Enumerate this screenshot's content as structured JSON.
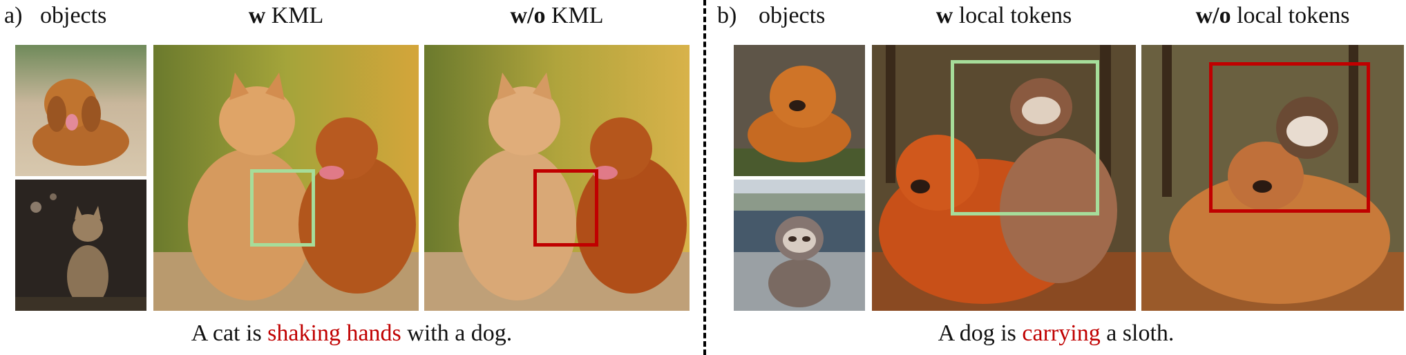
{
  "panel_a": {
    "letter": "a)",
    "objects_label": "objects",
    "col1_bold": "w",
    "col1_rest": " KML",
    "col2_bold": "w/o",
    "col2_rest": " KML",
    "caption_pre": "A cat is ",
    "caption_highlight": "shaking hands",
    "caption_post": " with a dog."
  },
  "panel_b": {
    "letter": "b)",
    "objects_label": "objects",
    "col1_bold": "w",
    "col1_rest": " local tokens",
    "col2_bold": "w/o",
    "col2_rest": " local tokens",
    "caption_pre": "A dog is ",
    "caption_highlight": "carrying",
    "caption_post": " a sloth."
  },
  "colors": {
    "highlight": "#c00000",
    "good_box": "#a6dd9a",
    "bad_box": "#c00000"
  }
}
